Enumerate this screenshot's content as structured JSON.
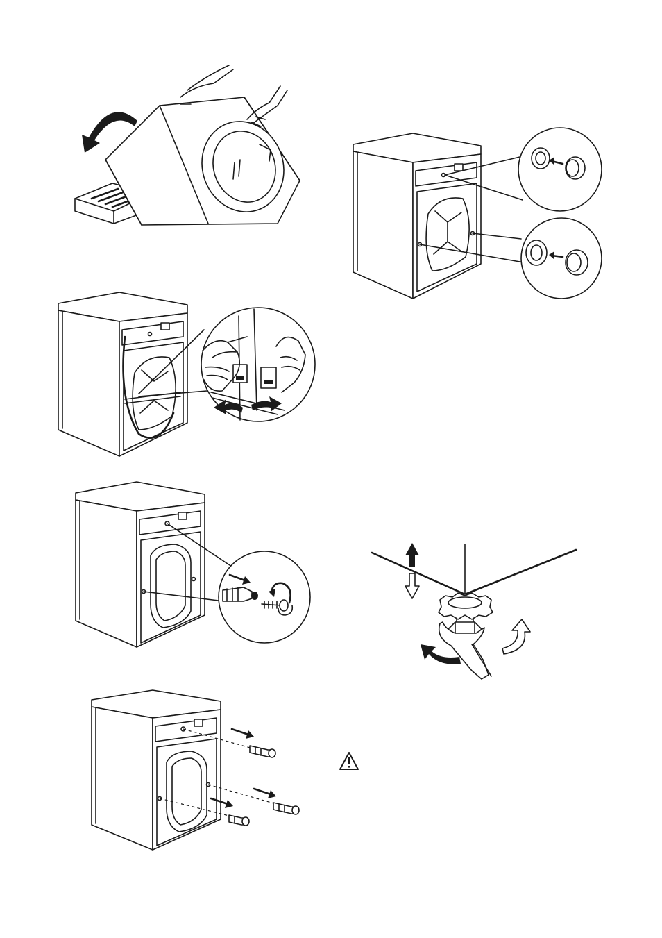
{
  "page": {
    "background": "#ffffff",
    "line_color": "#1a1a1a"
  },
  "figures": [
    {
      "id": "tilt-machine-remove-packaging-base",
      "icons": [
        "hand-icon",
        "curved-arrow-icon",
        "packaging-base-icon"
      ]
    },
    {
      "id": "insert-plastic-caps",
      "icons": [
        "plastic-cap-icon",
        "arrow-icon"
      ]
    },
    {
      "id": "release-hose-clips",
      "icons": [
        "hand-icon",
        "hose-clip-icon",
        "double-arrow-icon"
      ]
    },
    {
      "id": "unscrew-transit-bolts",
      "icons": [
        "bolt-icon",
        "spanner-rotation-icon",
        "arrow-icon"
      ]
    },
    {
      "id": "remove-transit-bolts",
      "icons": [
        "bolt-icon",
        "arrow-icon"
      ]
    },
    {
      "id": "adjust-leveling-foot",
      "icons": [
        "up-arrow-icon",
        "down-arrow-icon",
        "adjustable-foot-icon",
        "spanner-icon",
        "rotation-arrow-icon"
      ]
    }
  ],
  "warning": {
    "icon": "warning-triangle-icon"
  }
}
